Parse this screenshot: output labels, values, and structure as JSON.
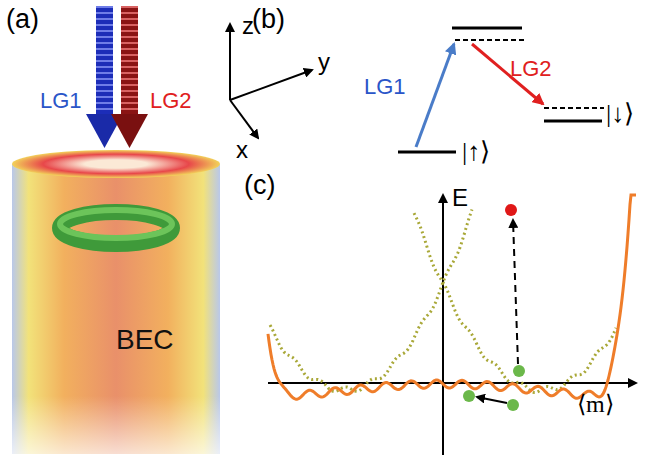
{
  "diagram": {
    "nodes": [
      {
        "text": [
          "BEC"
        ]
      }
    ],
    "labels": [
      "(a)",
      "LG1",
      "LG2",
      "z",
      "y",
      "x",
      "(b)",
      "LG1",
      "LG2",
      "|↑⟩",
      "|↓⟩",
      "(c)",
      "E",
      "⟨m⟩"
    ]
  }
}
